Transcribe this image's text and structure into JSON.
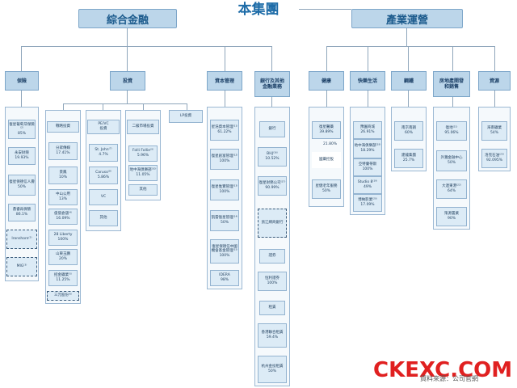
{
  "title": "本集團",
  "roots": [
    {
      "id": "finance",
      "label": "綜合金融"
    },
    {
      "id": "industry",
      "label": "產業運營"
    }
  ],
  "categories": [
    {
      "id": "ins",
      "label": "保險"
    },
    {
      "id": "inv",
      "label": "投資"
    },
    {
      "id": "am",
      "label": "資本管理"
    },
    {
      "id": "bank",
      "label": "銀行及其他\n金融業務"
    },
    {
      "id": "health",
      "label": "健康"
    },
    {
      "id": "life",
      "label": "快樂生活"
    },
    {
      "id": "steel",
      "label": "鋼鐵"
    },
    {
      "id": "prop",
      "label": "房地產開發\n和銷售"
    },
    {
      "id": "res",
      "label": "資源"
    }
  ],
  "nodes": {
    "ins": [
      {
        "label": "復星葡萄牙保險⁽²⁾\n85%"
      },
      {
        "label": "永安財險\n19.93%"
      },
      {
        "label": "復星保德信人壽\n50%"
      },
      {
        "label": "鼎睿再保險\n86.1%"
      },
      {
        "label": "Ironshore⁽³⁾",
        "dashed": true
      },
      {
        "label": "MIG⁽³⁾",
        "dashed": true
      }
    ],
    "inv_strat": [
      {
        "label": "戰略投資",
        "header": true
      },
      {
        "label": "分眾傳媒\n17.41%"
      },
      {
        "label": "景鳳\n10%"
      },
      {
        "label": "中山公用\n13%"
      },
      {
        "label": "俊發倉儲⁽⁴⁾\n16.09%"
      },
      {
        "label": "28 Liberty\n100%"
      },
      {
        "label": "山東玉鵬\n20%"
      },
      {
        "label": "招金礦業⁽⁵⁾\n11.25%"
      },
      {
        "label": "三元股份⁽⁶⁾",
        "dashed": true
      }
    ],
    "inv_pe": [
      {
        "label": "PE/VC\n投資",
        "header": true
      },
      {
        "label": "St. John⁽⁷⁾\n4.7%"
      },
      {
        "label": "Caruso⁽⁸⁾\n5.86%"
      },
      {
        "label": "VC"
      },
      {
        "label": "其他"
      }
    ],
    "inv_sec": [
      {
        "label": "二級市場投資",
        "header": true
      },
      {
        "label": "Folli Follie⁽⁹⁾\n5.96%"
      },
      {
        "label": "地中海俱樂部⁽¹⁰⁾\n11.05%"
      },
      {
        "label": "其他"
      }
    ],
    "inv_lp": [
      {
        "label": "LP投資",
        "header": true
      }
    ],
    "am": [
      {
        "label": "星浩資本管理⁽¹¹⁾\n61.22%"
      },
      {
        "label": "復星創富管理⁽¹²⁾\n100%"
      },
      {
        "label": "復星惟實管理⁽¹³⁾\n100%"
      },
      {
        "label": "凱雷復星管理⁽¹⁴⁾\n50%"
      },
      {
        "label": "復星保德信中國機會基金管理⁽¹⁵⁾\n100%"
      },
      {
        "label": "IDERA\n98%"
      }
    ],
    "bank": [
      {
        "label": "銀行",
        "header": true
      },
      {
        "label": "BHJ⁽¹⁶⁾\n10.52%"
      },
      {
        "label": "復星財務公司⁽¹⁷⁾\n90.99%"
      },
      {
        "label": "浙江網商銀行",
        "dashed": true
      },
      {
        "label": "證券",
        "header": true
      },
      {
        "label": "恒利證券\n100%"
      },
      {
        "label": "租賃",
        "header": true
      },
      {
        "label": "香港聯合租賃\n59.4%"
      },
      {
        "label": "杭州金投租賃\n50%"
      }
    ],
    "health": [
      {
        "label": "復星醫藥\n39.89%"
      },
      {
        "label": "國藥控股",
        "plain": true
      },
      {
        "label": "星健老年服務\n50%"
      }
    ],
    "health_mark": "21.80%",
    "life": [
      {
        "label": "豫園商城\n26.91%"
      },
      {
        "label": "地中海俱樂部⁽¹⁸⁾\n18.29%"
      },
      {
        "label": "亞特蘭蒂斯\n100%"
      },
      {
        "label": "Studio 8⁽¹⁹⁾\n49%"
      },
      {
        "label": "博納影業⁽²⁰⁾\n17.09%"
      }
    ],
    "steel": [
      {
        "label": "南京南鋼\n60%"
      },
      {
        "label": "建龍集團\n25.7%"
      }
    ],
    "prop": [
      {
        "label": "復地⁽²¹⁾\n95.06%"
      },
      {
        "label": "外灘金融中心\n50%"
      },
      {
        "label": "大連東港⁽²²⁾\n64%"
      },
      {
        "label": "策源置業\n90%"
      }
    ],
    "res": [
      {
        "label": "海南礦業\n54%"
      },
      {
        "label": "洛克石油⁽²³⁾\n92.095%"
      }
    ]
  },
  "watermark": {
    "brand": "CKEXC.COM",
    "source": "資料來源：公司官網"
  },
  "colors": {
    "root_fill": "#bcd6ea",
    "box_fill": "#dcebf6",
    "title": "#1e6ca8",
    "line": "#8fa6bb"
  }
}
